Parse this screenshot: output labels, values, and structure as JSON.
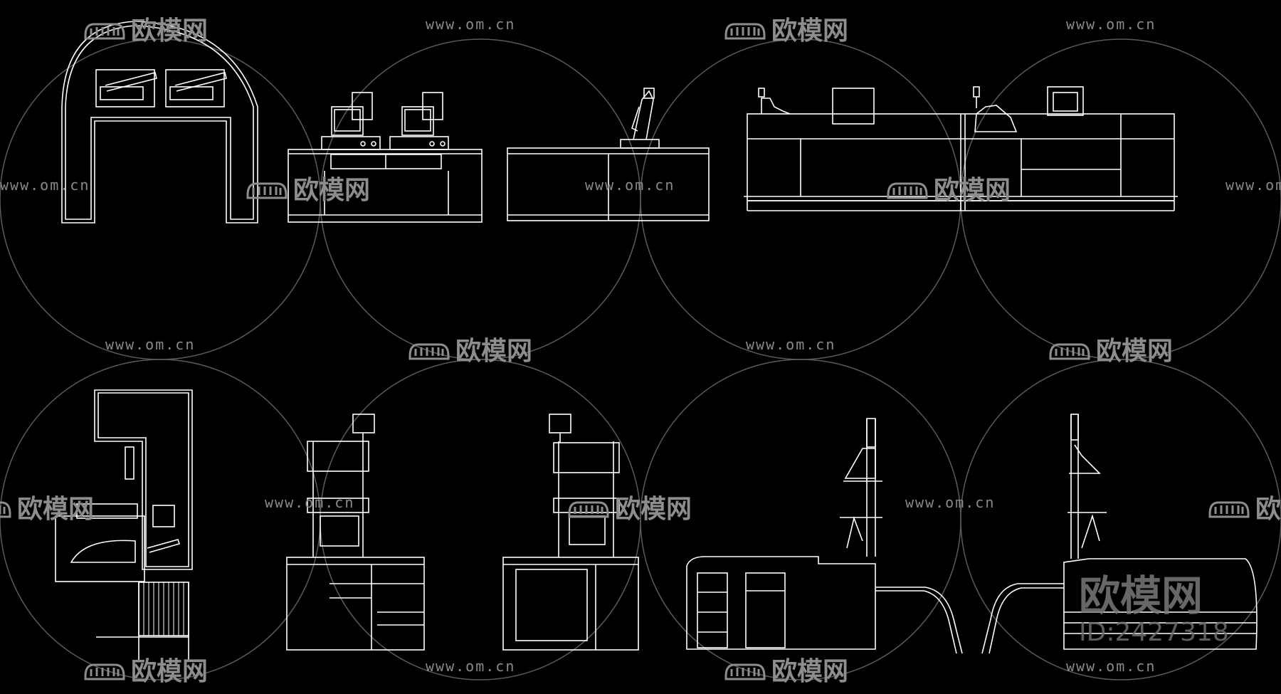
{
  "watermark": {
    "url_text": "www.om.cn",
    "logo_text": "欧模网",
    "big_logo_text": "欧模网",
    "id_text": "ID:2427318",
    "color": "#8a8a8a"
  },
  "drawing": {
    "line_color": "#ffffff",
    "background": "#000000"
  }
}
